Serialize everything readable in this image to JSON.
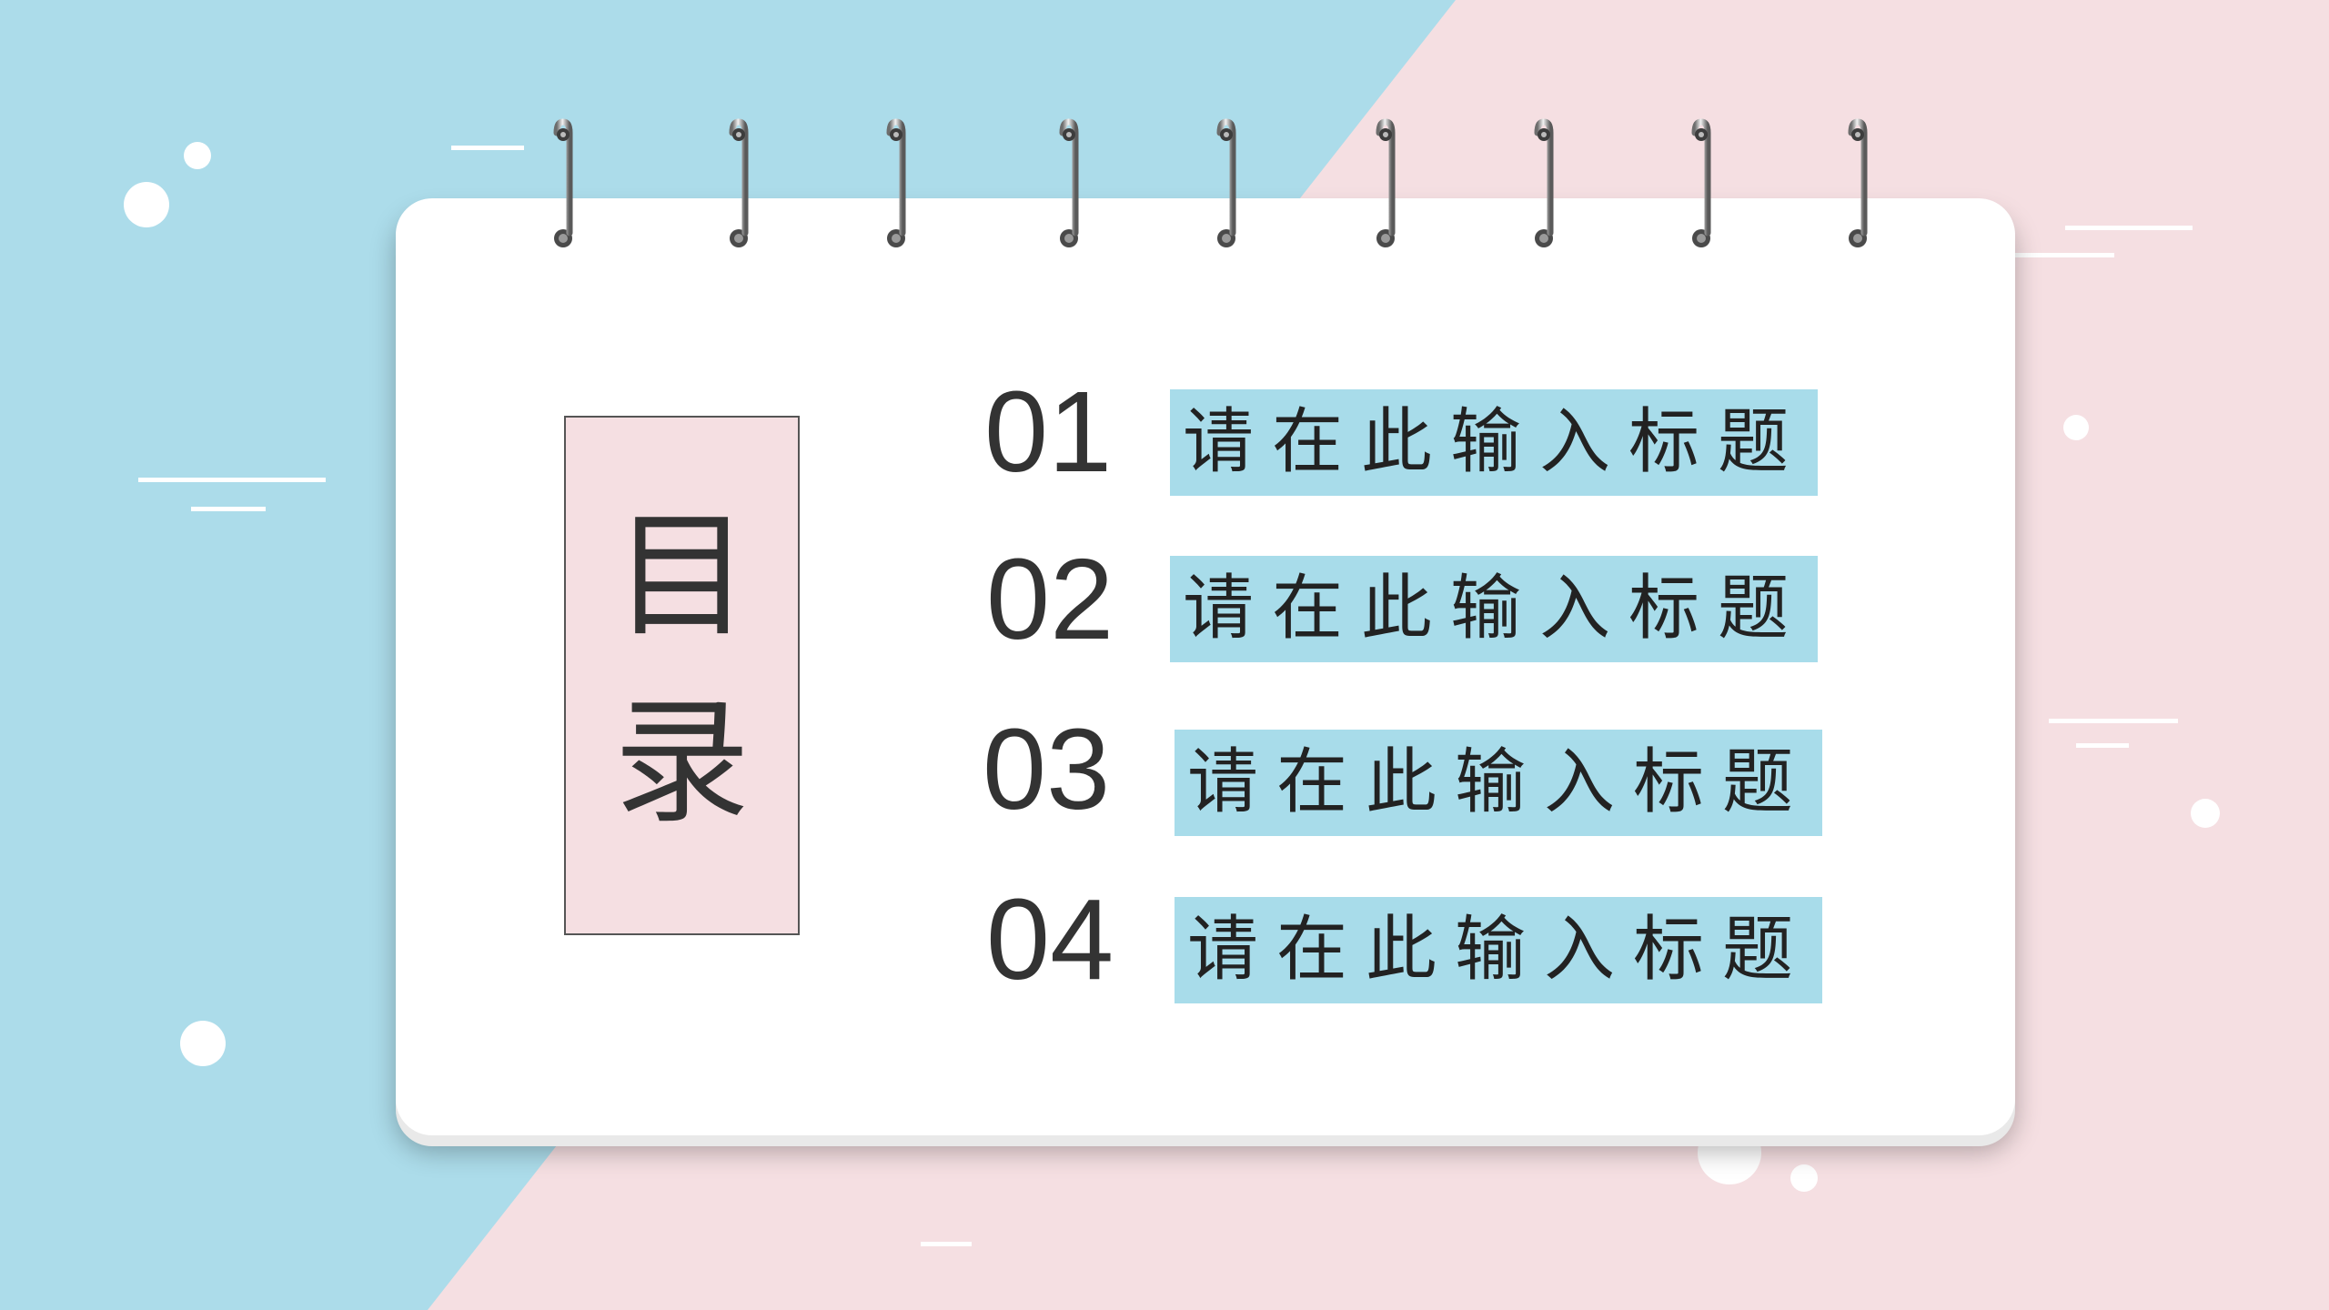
{
  "colors": {
    "blue": "#acdcea",
    "pink": "#f5dfe2",
    "bar": "#a8dcea",
    "text": "#333333"
  },
  "toc": {
    "chars": [
      "目",
      "录"
    ]
  },
  "items": [
    {
      "number": "01",
      "title": "请在此输入标题"
    },
    {
      "number": "02",
      "title": "请在此输入标题"
    },
    {
      "number": "03",
      "title": "请在此输入标题"
    },
    {
      "number": "04",
      "title": "请在此输入标题"
    }
  ]
}
